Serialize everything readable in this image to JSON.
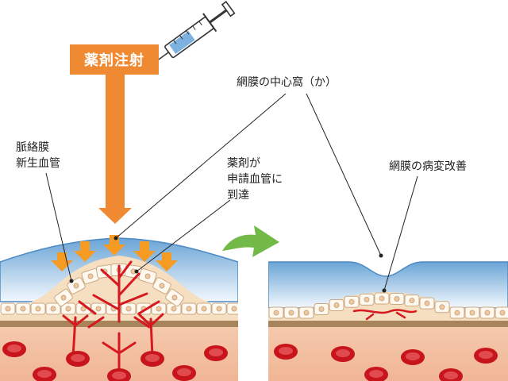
{
  "labels": {
    "injection": "薬剤注射",
    "fovea": "網膜の中心窩（か）",
    "cnv_line1": "脈絡膜",
    "cnv_line2": "新生血管",
    "reach_line1": "薬剤が",
    "reach_line2": "申請血管に",
    "reach_line3": "到達",
    "improvement": "網膜の病変改善"
  },
  "icons": {
    "syringe": "syringe-icon",
    "down_arrow": "down-arrow-icon",
    "transition_arrow": "curved-arrow-icon"
  },
  "colors": {
    "injection_orange": "#ef8a33",
    "vessel_red": "#d7191f",
    "transition_green": "#72b947",
    "retina_blue": "#6fa6d6",
    "retina_blue_light": "#d9e9f6",
    "tissue_cream": "#f6dfc0",
    "choroid_salmon": "#f3bfa0",
    "membrane_brown": "#a8845a"
  }
}
